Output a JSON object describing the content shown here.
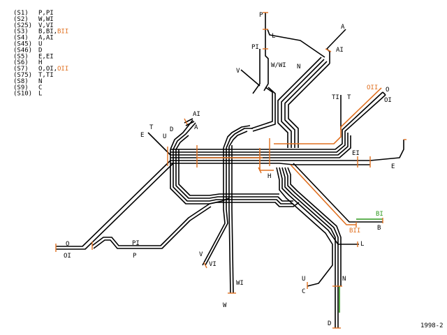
{
  "legend": [
    {
      "code": "(S1)",
      "lines": "P,PI",
      "extra": ""
    },
    {
      "code": "(S2)",
      "lines": "W,WI",
      "extra": ""
    },
    {
      "code": "(S25)",
      "lines": "V,VI",
      "extra": ""
    },
    {
      "code": "(S3)",
      "lines": "B,BI,",
      "extra": "BII"
    },
    {
      "code": "(S4)",
      "lines": "A,AI",
      "extra": ""
    },
    {
      "code": "(S45)",
      "lines": "U",
      "extra": ""
    },
    {
      "code": "(S46)",
      "lines": "D",
      "extra": ""
    },
    {
      "code": "(S5)",
      "lines": "E,EI",
      "extra": ""
    },
    {
      "code": "(S6)",
      "lines": "H",
      "extra": ""
    },
    {
      "code": "(S7)",
      "lines": "O,OI,",
      "extra": "OII"
    },
    {
      "code": "(S75)",
      "lines": "T,TI",
      "extra": ""
    },
    {
      "code": "(S8)",
      "lines": "N",
      "extra": ""
    },
    {
      "code": "(S9)",
      "lines": "C",
      "extra": ""
    },
    {
      "code": "(S10)",
      "lines": "L",
      "extra": ""
    }
  ],
  "labels": {
    "p_north": "P",
    "l_north": "L",
    "a_ne": "A",
    "ai_ne": "AI",
    "pi_north": "PI",
    "wwi_north": "W/WI",
    "n_north": "N",
    "v_north": "V",
    "ti": "TI",
    "t_right": "T",
    "oii": "OII",
    "o_right": "O",
    "oi_right": "OI",
    "ai_mid": "AI",
    "a_mid": "A",
    "t_left": "T",
    "e_left": "E",
    "u_left": "U",
    "d_left": "D",
    "ei": "EI",
    "e_east": "E",
    "h": "H",
    "bi": "BI",
    "b": "B",
    "bii": "BII",
    "o_west": "O",
    "oi_west": "OI",
    "pi_sw": "PI",
    "p_sw": "P",
    "l_se": "L",
    "v_sw": "V",
    "vi_sw": "VI",
    "wi_south": "WI",
    "w_south": "W",
    "u_south": "U",
    "c_south": "C",
    "n_south": "N",
    "d_south": "D"
  },
  "year": "1998-2",
  "colors": {
    "track": "#000000",
    "accent": "#e07020",
    "green": "#2f9a1e"
  }
}
